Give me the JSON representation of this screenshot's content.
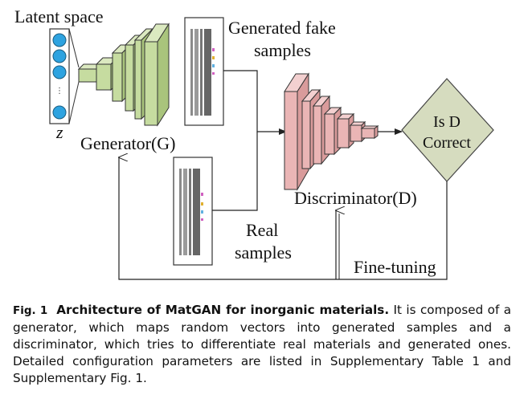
{
  "diagram": {
    "latent_space_label": "Latent space",
    "z_label": "z",
    "generator_label": "Generator(G)",
    "generated_label_line1": "Generated fake",
    "generated_label_line2": "samples",
    "real_label_line1": "Real",
    "real_label_line2": "samples",
    "discriminator_label": "Discriminator(D)",
    "decision_line1": "Is D",
    "decision_line2": "Correct",
    "finetuning_label": "Fine-tuning",
    "colors": {
      "latent_node": "#2ea3e0",
      "generator_fill": "#c6dca0",
      "discriminator_fill": "#eab5b5",
      "decision_fill": "#d6dcbf"
    }
  },
  "caption": {
    "label": "Fig. 1",
    "title": "Architecture of MatGAN for inorganic materials.",
    "body": "It is composed of a generator, which maps random vectors into generated samples and a discriminator, which tries to differentiate real materials and generated ones. Detailed configuration parameters are listed in Supplementary Table 1 and Supplementary Fig. 1."
  }
}
